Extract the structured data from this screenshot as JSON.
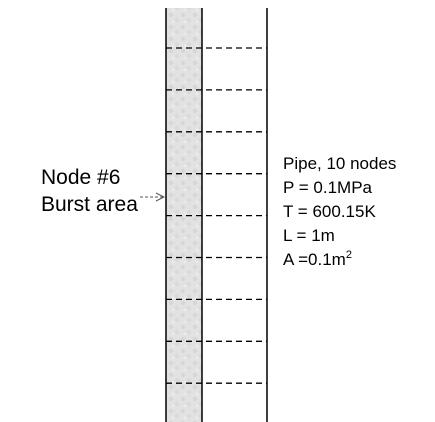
{
  "burst": {
    "node_label": "Node #6",
    "area_label": "Burst area"
  },
  "pipe": {
    "title": "Pipe, 10 nodes",
    "pressure": "P = 0.1MPa",
    "temperature": "T = 600.15K",
    "length": "L = 1m",
    "area_prefix": "A =0.1m",
    "area_exponent": "2",
    "node_count": 10,
    "burst_node": 6
  },
  "colors": {
    "burst_fill": "#e2e2e2",
    "line": "#000000",
    "arrow": "#555555"
  }
}
